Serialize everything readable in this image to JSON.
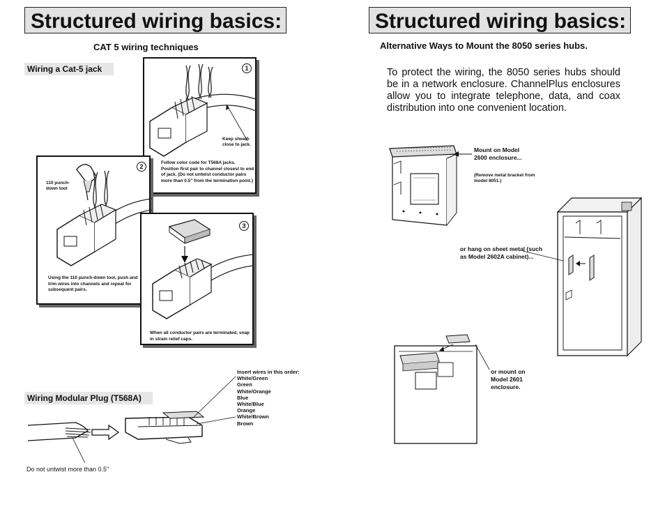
{
  "left": {
    "title": "Structured wiring basics:",
    "subtitle": "CAT 5 wiring techniques",
    "jack_section_label": "Wiring a Cat-5 jack",
    "steps": [
      {
        "num": "1",
        "callout": "Keep sheath close to jack.",
        "caption": "Follow color code for T568A jacks. Position first pair to channel closest to end of jack. (Do not untwist conductor pairs more than 0.5\" from the termination point.)"
      },
      {
        "num": "2",
        "tool_label": "110 punch-down tool",
        "caption": "Using the 110 punch-down tool, push and trim wires into channels and repeat for subsequent pairs."
      },
      {
        "num": "3",
        "caption": "When all conductor pairs are terminated, snap in strain relief caps."
      }
    ],
    "plug_section_label": "Wiring Modular Plug (T568A)",
    "insert_heading": "Insert wires in this order:",
    "wire_order": [
      "White/Green",
      "Green",
      "White/Orange",
      "Blue",
      "White/Blue",
      "Orange",
      "White/Brown",
      "Brown"
    ],
    "untwist_note": "Do not untwist more than 0.5\""
  },
  "right": {
    "title": "Structured wiring basics:",
    "subtitle": "Alternative Ways to Mount the 8050 series hubs.",
    "intro": "To protect the wiring, the 8050 series hubs should be in a network enclosure.  ChannelPlus enclosures allow you to integrate telephone, data, and coax distribution into one convenient location.",
    "mount_2600": "Mount on Model 2600 enclosure...",
    "mount_2600_note": "(Remove metal bracket from model 8051.)",
    "hang_sheet_metal": "or hang on sheet metal (such as Model 2602A cabinet)...",
    "mount_2601": "or mount on Model 2601 enclosure."
  }
}
